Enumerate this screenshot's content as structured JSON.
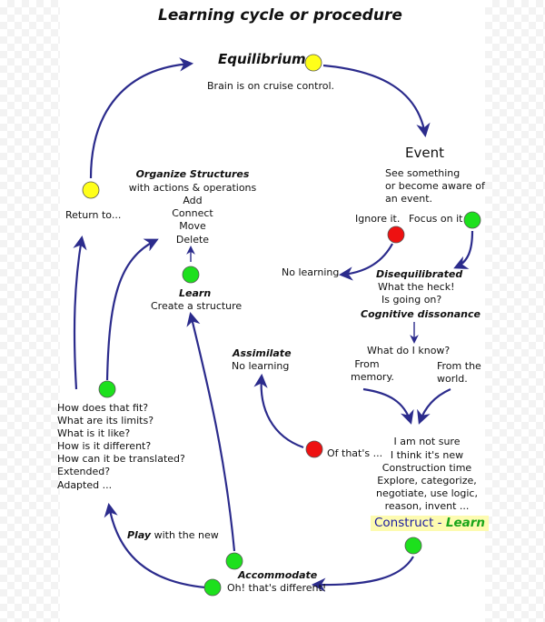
{
  "title": "Learning cycle or procedure",
  "equilibrium": {
    "label": "Equilibrium",
    "desc": "Brain is on cruise control."
  },
  "event": {
    "label": "Event",
    "desc": [
      "See something",
      "or become aware of",
      "an event."
    ]
  },
  "ignore": "Ignore it.",
  "focus": "Focus on it",
  "no_learning_1": "No learning",
  "disequilibrated": {
    "label": "Disequilibrated",
    "lines": [
      "What the heck!",
      "Is going on?"
    ]
  },
  "cognitive_dissonance": "Cognitive dissonance",
  "what_do_i_know": "What do I know?",
  "from_memory": [
    "From",
    "memory."
  ],
  "from_world": [
    "From the",
    "world."
  ],
  "not_sure": [
    "I am not sure",
    "I think it's new",
    "Construction time",
    "Explore, categorize,",
    "negotiate, use logic,",
    "reason, invent ..."
  ],
  "construct": {
    "prefix": "Construct - ",
    "learn": "Learn"
  },
  "assimilate": {
    "label": "Assimilate",
    "desc": "No learning"
  },
  "of_thats": "Of that's ...",
  "accommodate": {
    "label": "Accommodate",
    "desc": "Oh!  that's different!"
  },
  "play": {
    "bold": "Play",
    "rest": " with the new"
  },
  "questions": [
    "How does that fit?",
    "What are its limits?",
    "What is it like?",
    "How is it different?",
    "How can it be translated?",
    "Extended?",
    "Adapted ..."
  ],
  "learn": {
    "label": "Learn",
    "desc": "Create a structure"
  },
  "organize": {
    "label": "Organize Structures",
    "lines": [
      "with actions & operations",
      "Add",
      "Connect",
      "Move",
      "Delete"
    ]
  },
  "return_to": "Return to...",
  "colors": {
    "arrow": "#2b2b8c",
    "yellow": "#ffff1a",
    "green": "#1de01d",
    "red": "#ee1111",
    "highlight": "#fdfbb0"
  }
}
